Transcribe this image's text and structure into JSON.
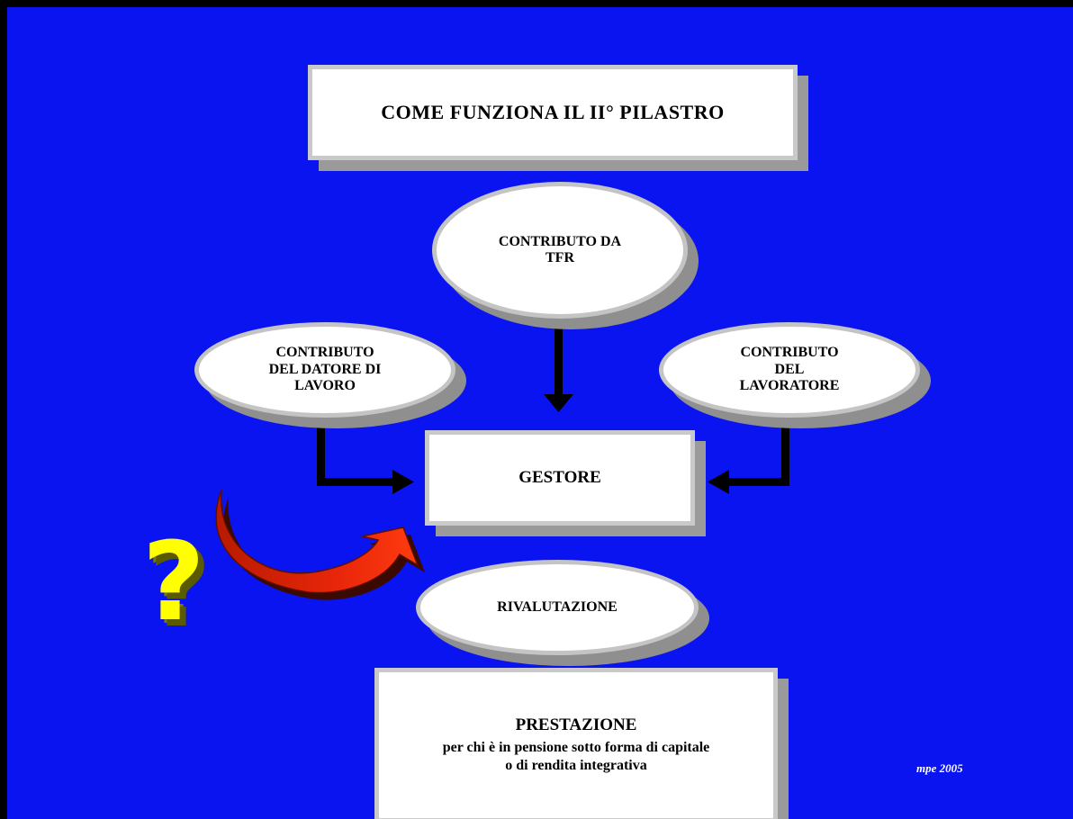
{
  "title": "COME  FUNZIONA  IL  II°  PILASTRO",
  "nodes": {
    "tfr": [
      "CONTRIBUTO DA",
      "TFR"
    ],
    "datore": [
      "CONTRIBUTO",
      "DEL  DATORE DI",
      "LAVORO"
    ],
    "lavoratore": [
      "CONTRIBUTO",
      "DEL",
      "LAVORATORE"
    ],
    "gestore": "GESTORE",
    "rivalutazione": "RIVALUTAZIONE",
    "prestazione": {
      "heading": "PRESTAZIONE",
      "line1": "per chi è in pensione sotto forma di capitale",
      "line2": "o di rendita integrativa"
    }
  },
  "signature": "mpe 2005",
  "question_mark": "?",
  "colors": {
    "background": "#0a14f0",
    "box_fill": "#ffffff",
    "shadow": "#9a9a9a",
    "arrow": "#000000",
    "curved_arrow": "#e8260a",
    "question": "#ffff00"
  }
}
